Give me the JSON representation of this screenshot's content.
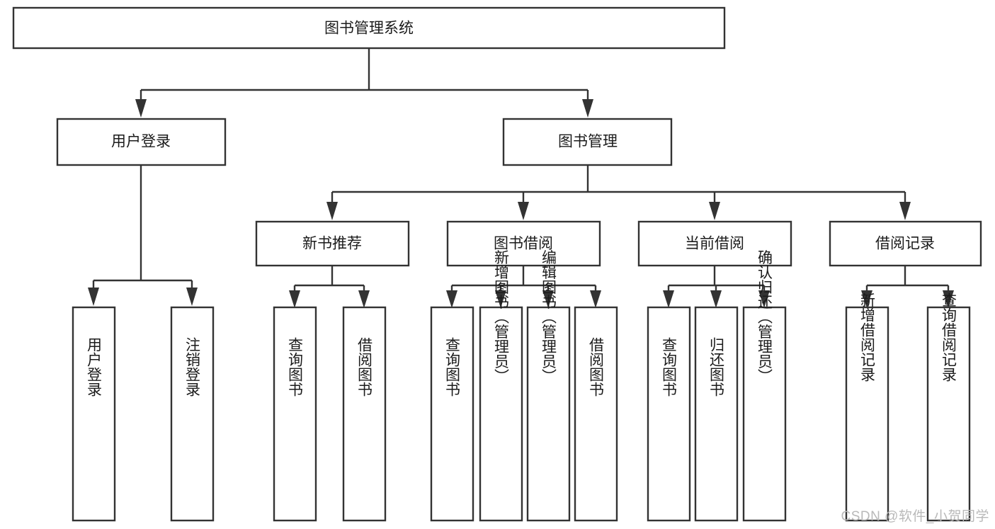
{
  "diagram": {
    "type": "tree-hierarchy",
    "title": "图书管理系统",
    "watermark": "CSDN @软件_小贺同学",
    "colors": {
      "stroke": "#333333",
      "fill": "#ffffff",
      "text": "#1b1b1b",
      "watermark": "#b9b9b9",
      "background": "#ffffff"
    },
    "levels": [
      {
        "level": 1,
        "nodes": [
          {
            "id": "root",
            "label": "图书管理系统",
            "orientation": "horizontal"
          }
        ]
      },
      {
        "level": 2,
        "nodes": [
          {
            "id": "user-login",
            "label": "用户登录",
            "orientation": "horizontal",
            "parent": "root"
          },
          {
            "id": "book-manage",
            "label": "图书管理",
            "orientation": "horizontal",
            "parent": "root"
          }
        ]
      },
      {
        "level": 3,
        "nodes": [
          {
            "id": "new-book-rec",
            "label": "新书推荐",
            "orientation": "horizontal",
            "parent": "book-manage"
          },
          {
            "id": "book-borrow",
            "label": "图书借阅",
            "orientation": "horizontal",
            "parent": "book-manage"
          },
          {
            "id": "current-borrow",
            "label": "当前借阅",
            "orientation": "horizontal",
            "parent": "book-manage"
          },
          {
            "id": "borrow-record",
            "label": "借阅记录",
            "orientation": "horizontal",
            "parent": "book-manage"
          }
        ]
      },
      {
        "level": 4,
        "nodes": [
          {
            "id": "leaf-user-login",
            "label": "用户登录",
            "orientation": "vertical",
            "parent": "user-login"
          },
          {
            "id": "leaf-logout",
            "label": "注销登录",
            "orientation": "vertical",
            "parent": "user-login"
          },
          {
            "id": "leaf-query-book-1",
            "label": "查询图书",
            "orientation": "vertical",
            "parent": "new-book-rec"
          },
          {
            "id": "leaf-borrow-book-1",
            "label": "借阅图书",
            "orientation": "vertical",
            "parent": "new-book-rec"
          },
          {
            "id": "leaf-query-book-2",
            "label": "查询图书",
            "orientation": "vertical",
            "parent": "book-borrow"
          },
          {
            "id": "leaf-add-book",
            "label": "新增图书（管理员）",
            "orientation": "vertical",
            "parent": "book-borrow"
          },
          {
            "id": "leaf-edit-book",
            "label": "编辑图书（管理员）",
            "orientation": "vertical",
            "parent": "book-borrow"
          },
          {
            "id": "leaf-borrow-book-2",
            "label": "借阅图书",
            "orientation": "vertical",
            "parent": "book-borrow"
          },
          {
            "id": "leaf-query-book-3",
            "label": "查询图书",
            "orientation": "vertical",
            "parent": "current-borrow"
          },
          {
            "id": "leaf-return-book",
            "label": "归还图书",
            "orientation": "vertical",
            "parent": "current-borrow"
          },
          {
            "id": "leaf-confirm-return",
            "label": "确认归还（管理员）",
            "orientation": "vertical",
            "parent": "current-borrow"
          },
          {
            "id": "leaf-add-record",
            "label": "新增借阅记录",
            "orientation": "vertical",
            "parent": "borrow-record"
          },
          {
            "id": "leaf-query-record",
            "label": "查询借阅记录",
            "orientation": "vertical",
            "parent": "borrow-record"
          }
        ]
      }
    ]
  }
}
